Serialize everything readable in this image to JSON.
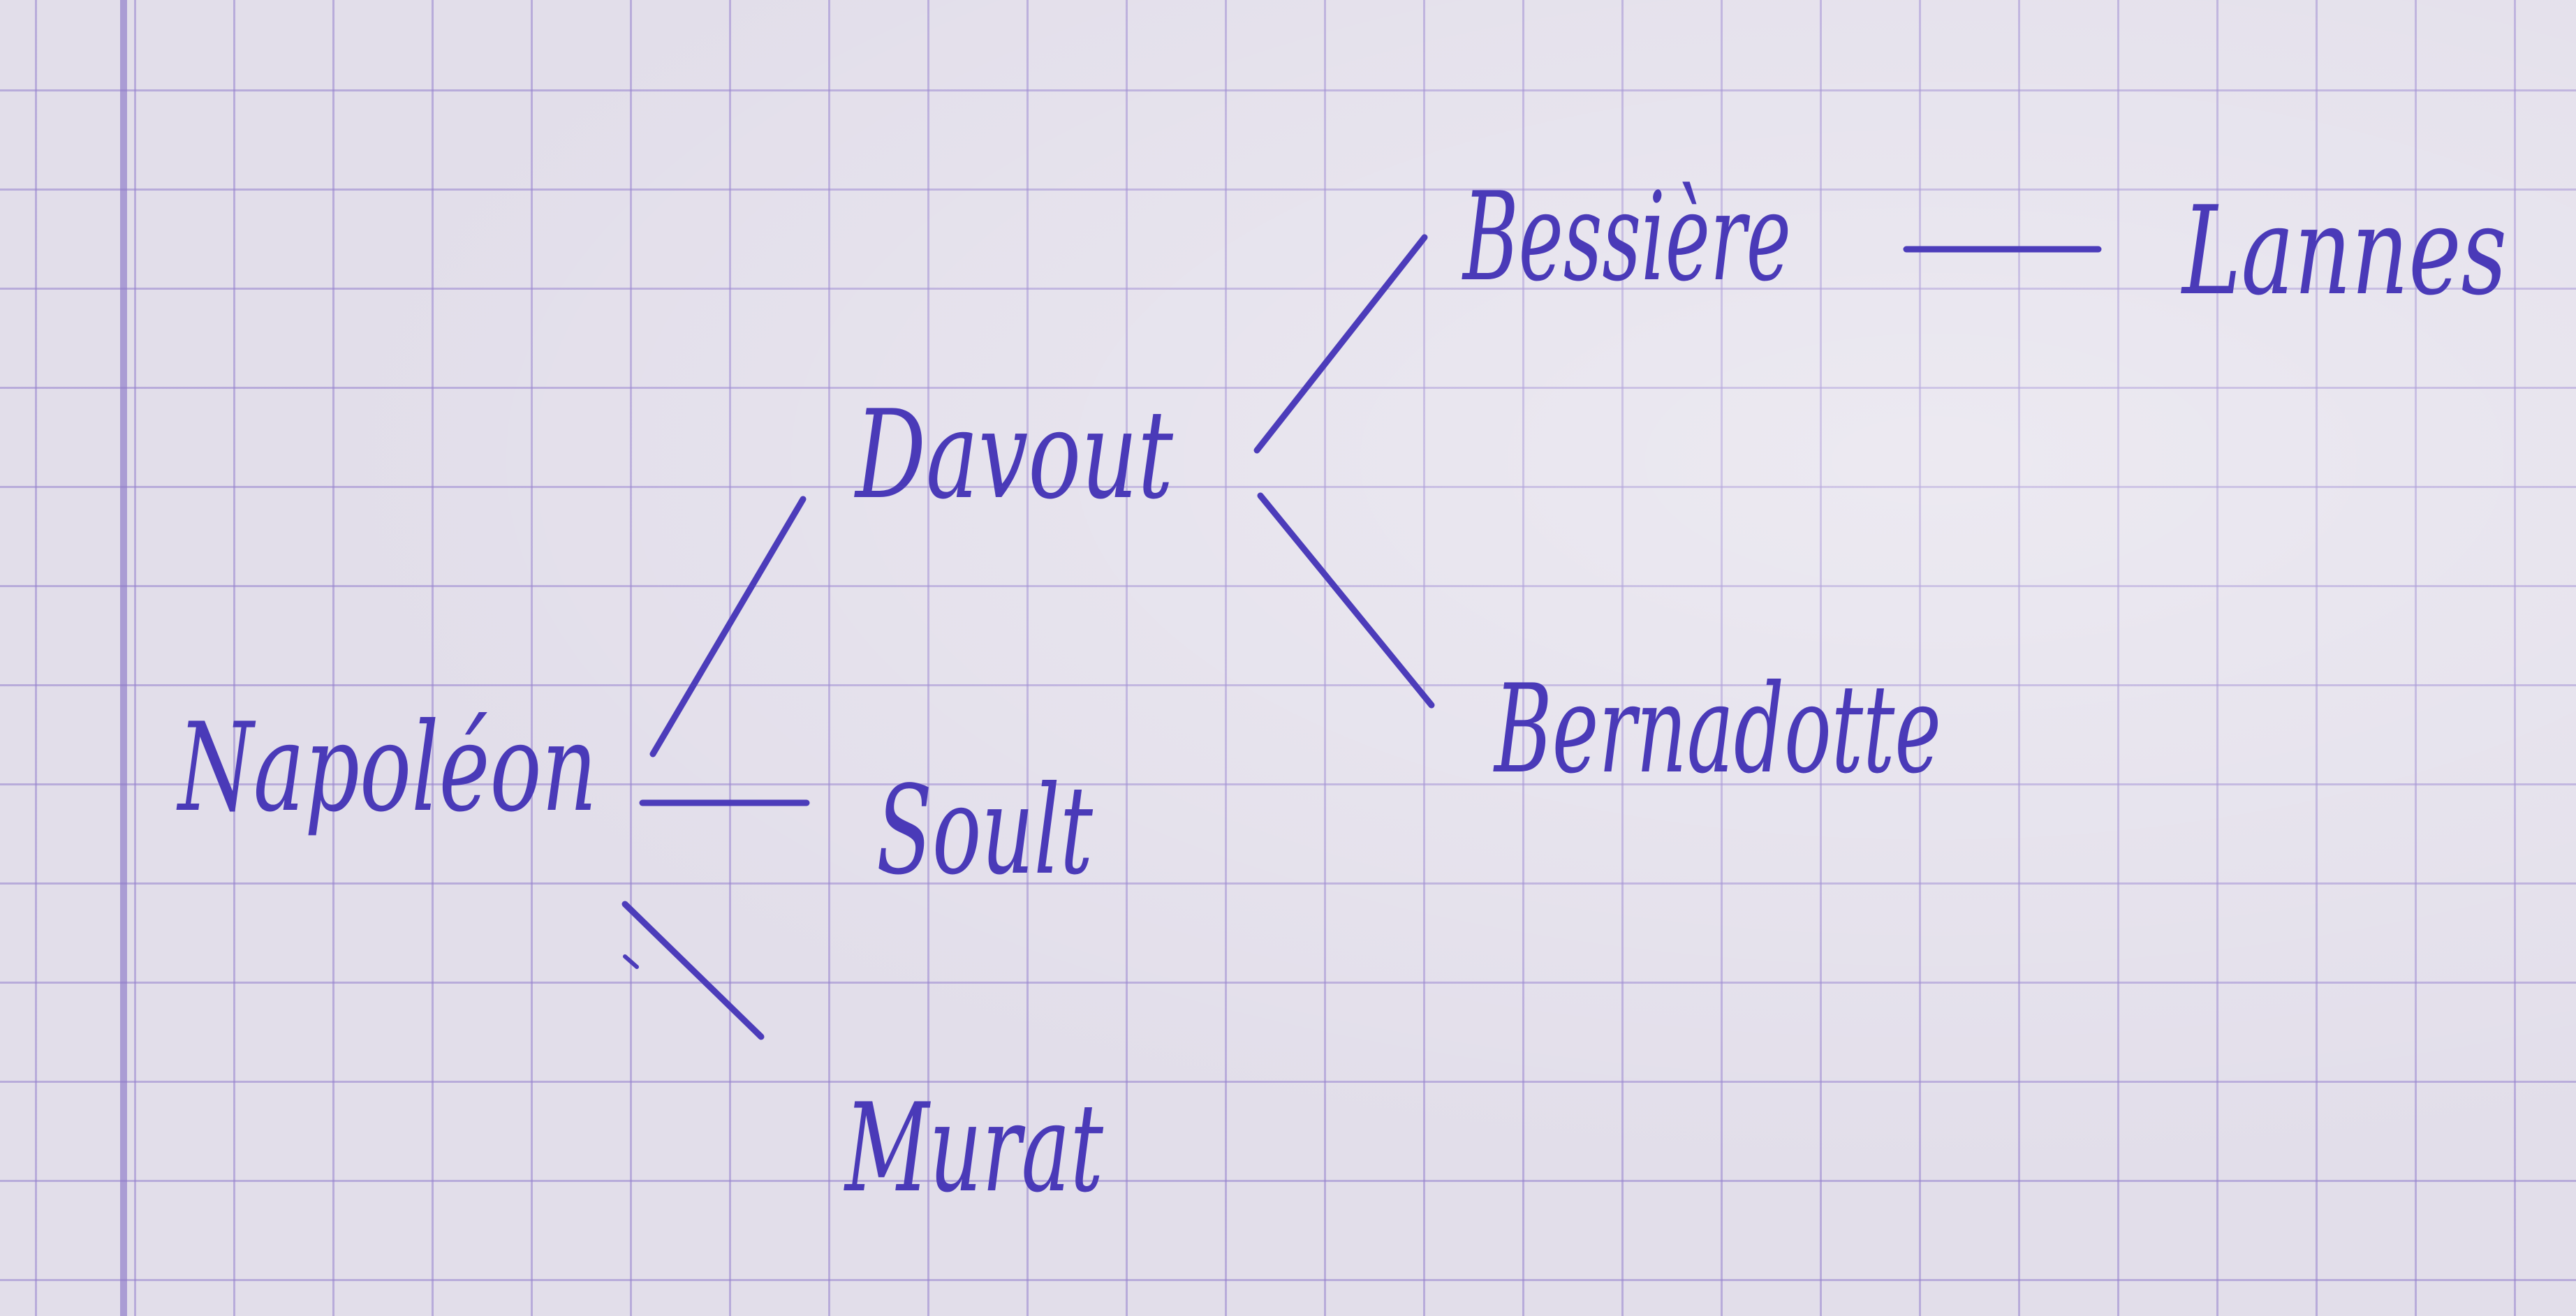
{
  "nodes": [
    {
      "id": "napoleon",
      "label": "Napoléon"
    },
    {
      "id": "davout",
      "label": "Davout"
    },
    {
      "id": "soult",
      "label": "Soult"
    },
    {
      "id": "murat",
      "label": "Murat"
    },
    {
      "id": "bessiere",
      "label": "Bessière"
    },
    {
      "id": "bernadotte",
      "label": "Bernadotte"
    },
    {
      "id": "lannes",
      "label": "Lannes"
    }
  ],
  "edges": [
    {
      "from": "napoleon",
      "to": "davout"
    },
    {
      "from": "napoleon",
      "to": "soult"
    },
    {
      "from": "napoleon",
      "to": "murat"
    },
    {
      "from": "davout",
      "to": "bessiere"
    },
    {
      "from": "davout",
      "to": "bernadotte"
    },
    {
      "from": "bessiere",
      "to": "lannes"
    }
  ],
  "colors": {
    "ink": "#4a3ab8",
    "paper": "#e2deea",
    "grid": "#9682cd"
  }
}
